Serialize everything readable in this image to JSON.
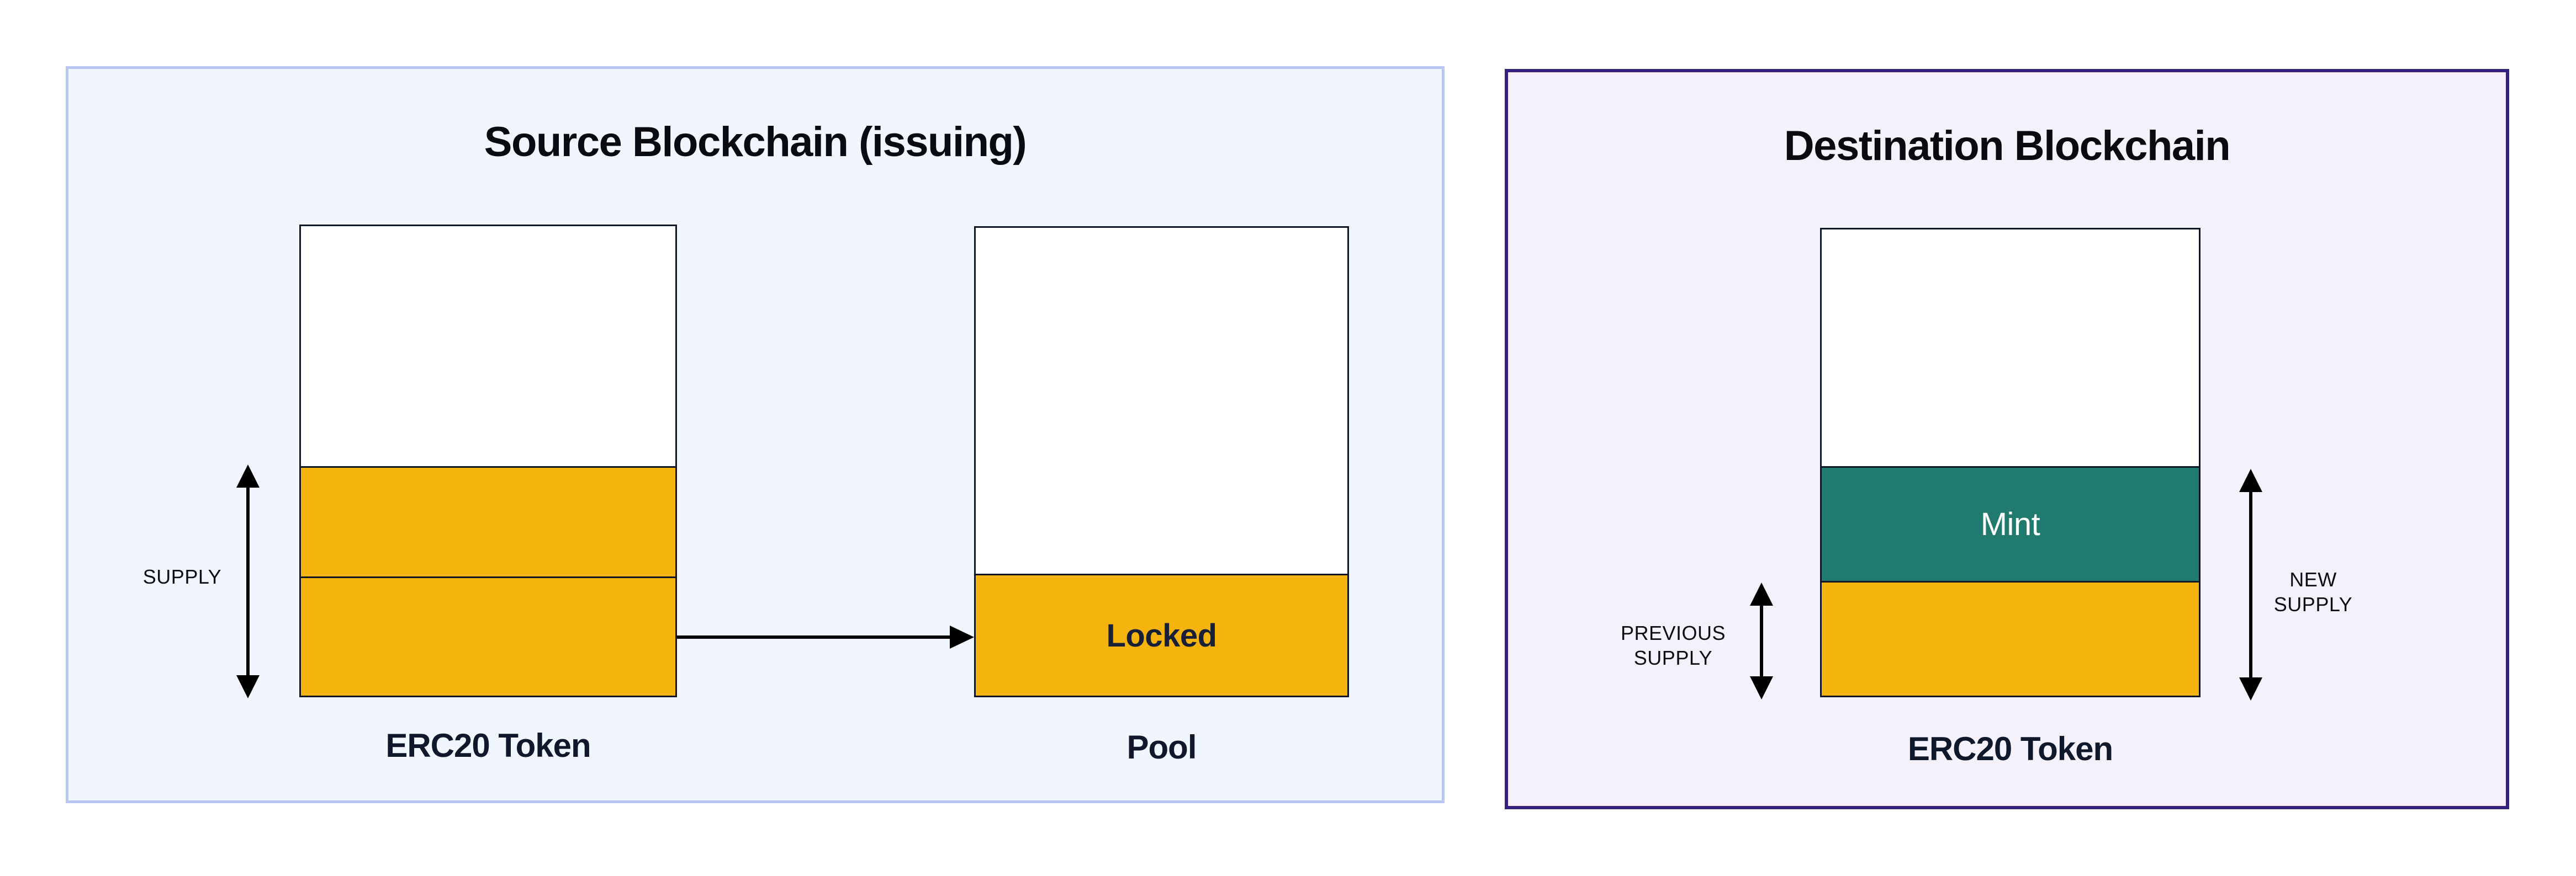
{
  "colors": {
    "page-bg": "#ffffff",
    "source-panel-bg": "#f1f5fd",
    "source-panel-border": "#b6c8f2",
    "dest-panel-bg": "#f4f1fb",
    "dest-panel-border": "#37217e",
    "bar-fill": "#ffffff",
    "bar-border": "#0f1626",
    "amber": "#f5b30e",
    "teal": "#217a6e",
    "arrow": "#000000",
    "title-color": "#0a0b10",
    "caption-color": "#10182b",
    "measure-color": "#0b0d12",
    "locked-text": "#182038",
    "mint-text": "#ffffff"
  },
  "source_panel": {
    "title": "Source Blockchain (issuing)",
    "erc20_bar": {
      "label": "ERC20 Token",
      "supply_label": "SUPPLY"
    },
    "pool_bar": {
      "label": "Pool",
      "locked_label": "Locked"
    },
    "icons": {
      "supply_range_arrow": "double-arrow-vertical-icon",
      "transfer_arrow": "arrow-right-icon"
    }
  },
  "destination_panel": {
    "title": "Destination Blockchain",
    "erc20_bar": {
      "label": "ERC20 Token",
      "mint_label": "Mint",
      "previous_supply_label": "PREVIOUS SUPPLY",
      "new_supply_label": "NEW SUPPLY"
    },
    "icons": {
      "previous_supply_range_arrow": "double-arrow-vertical-icon",
      "new_supply_range_arrow": "double-arrow-vertical-icon"
    }
  }
}
